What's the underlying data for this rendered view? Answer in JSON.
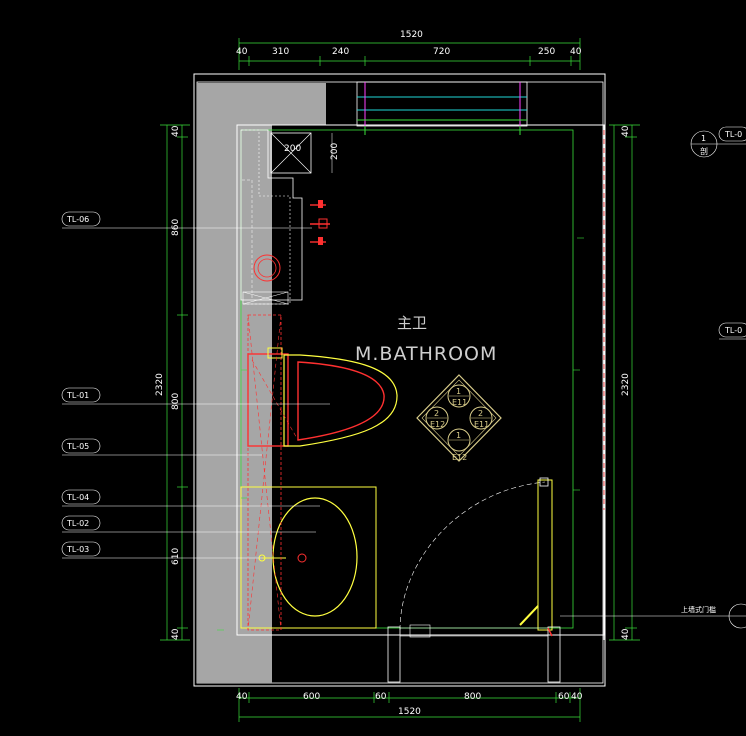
{
  "dimensions": {
    "top_total": "1520",
    "top_segments": [
      "40",
      "310",
      "240",
      "720",
      "250",
      "40"
    ],
    "bottom_total": "1520",
    "bottom_segments": [
      "40",
      "600",
      "60",
      "800",
      "60",
      "40"
    ],
    "left_total": "2320",
    "left_segments": [
      "40",
      "860",
      "800",
      "610",
      "40"
    ],
    "right_total": "2320",
    "right_segments": [
      "40",
      "40"
    ],
    "shaft_w": "200",
    "shaft_h": "200"
  },
  "room": {
    "name_cn": "主卫",
    "name_en": "M.BATHROOM"
  },
  "callouts": [
    "TL-06",
    "TL-01",
    "TL-05",
    "TL-04",
    "TL-02",
    "TL-03"
  ],
  "right_tags": [
    "TL-0",
    "TL-0"
  ],
  "section_marks": [
    {
      "num": "1",
      "sub": "剖"
    }
  ],
  "floor_symbol": {
    "top": {
      "num": "1",
      "code": "E11"
    },
    "left": {
      "num": "2",
      "code": "E12"
    },
    "right": {
      "num": "2",
      "code": "E11"
    },
    "bottom": {
      "num": "1",
      "code": "E12"
    }
  },
  "door_note": "上墙式门槛"
}
